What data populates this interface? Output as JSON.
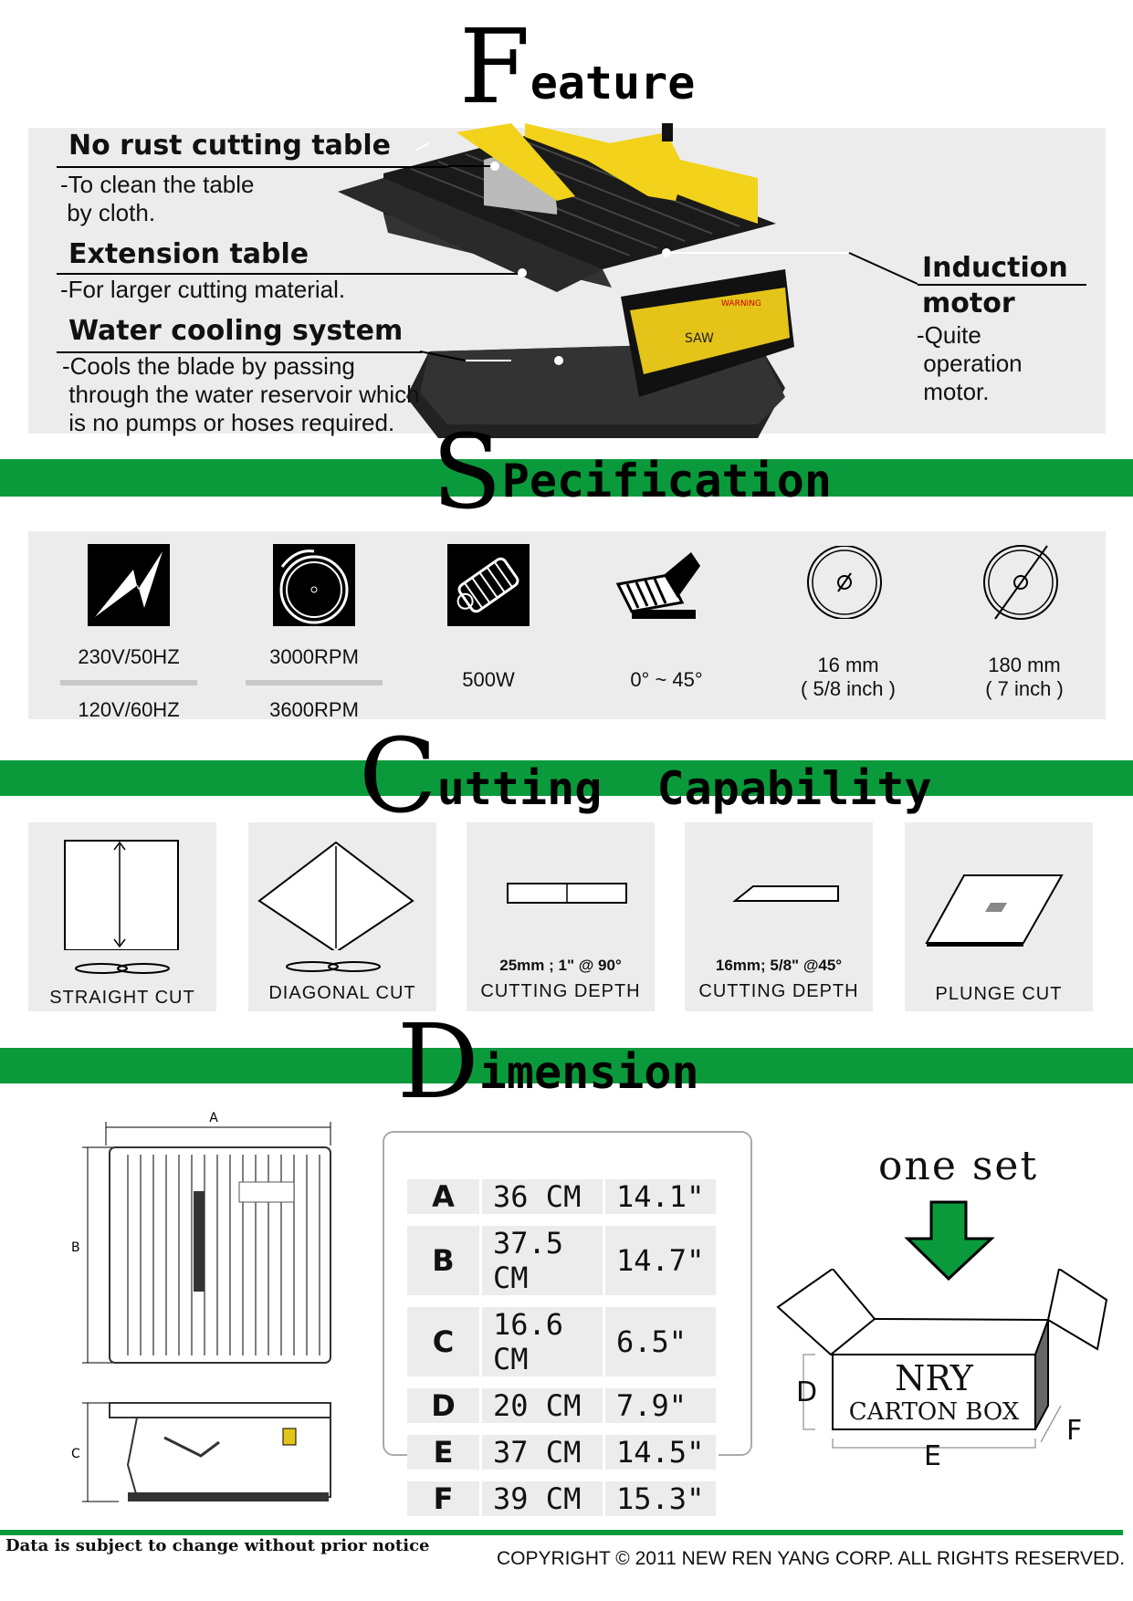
{
  "feature": {
    "title_initial": "F",
    "title_rest": "eature",
    "items": [
      {
        "label": "No rust cutting table",
        "desc": [
          "-To clean the table",
          " by cloth."
        ]
      },
      {
        "label": "Extension table",
        "desc": [
          "-For larger cutting material."
        ]
      },
      {
        "label": "Water cooling system",
        "desc": [
          "-Cools the blade by passing",
          " through the water reservoir which",
          " is no pumps or hoses required."
        ]
      },
      {
        "label_lines": [
          "Induction",
          "motor"
        ],
        "desc": [
          "-Quite",
          " operation",
          " motor."
        ]
      }
    ],
    "product_label": "SAW",
    "warning_label": "WARNING"
  },
  "specification": {
    "title_initial": "S",
    "title_rest": "Pecification",
    "items": [
      {
        "icon": "lightning-icon",
        "top": "230V/50HZ",
        "bottom": "120V/60HZ"
      },
      {
        "icon": "rotation-disc-icon",
        "top": "3000RPM",
        "bottom": "3600RPM"
      },
      {
        "icon": "motor-icon",
        "value": "500W"
      },
      {
        "icon": "tilt-table-icon",
        "value": "0° ~ 45°"
      },
      {
        "icon": "arbor-diameter-icon",
        "value": "16 mm",
        "sub": "( 5/8 inch )"
      },
      {
        "icon": "blade-diameter-icon",
        "value": "180 mm",
        "sub": "( 7 inch )"
      }
    ]
  },
  "cutting": {
    "title_initial": "C",
    "title_rest": "utting  Capability",
    "tiles": [
      {
        "label": "STRAIGHT CUT"
      },
      {
        "label": "DIAGONAL CUT"
      },
      {
        "spec": "25mm ; 1\" @ 90°",
        "label": "CUTTING DEPTH"
      },
      {
        "spec": "16mm; 5/8\" @45°",
        "label": "CUTTING DEPTH"
      },
      {
        "label": "PLUNGE CUT"
      }
    ]
  },
  "dimension": {
    "title_initial": "D",
    "title_rest": "imension",
    "drawing_labels": {
      "a": "A",
      "b": "B",
      "c": "C"
    },
    "rows": [
      {
        "key": "A",
        "cm": "36 CM",
        "inch": "14.1\""
      },
      {
        "key": "B",
        "cm": "37.5 CM",
        "inch": "14.7\""
      },
      {
        "key": "C",
        "cm": "16.6 CM",
        "inch": "6.5\""
      },
      {
        "key": "D",
        "cm": "20 CM",
        "inch": "7.9\""
      },
      {
        "key": "E",
        "cm": "37 CM",
        "inch": "14.5\""
      },
      {
        "key": "F",
        "cm": "39 CM",
        "inch": "15.3\""
      }
    ],
    "one_set": "one set",
    "box_brand": "NRY",
    "box_label": "CARTON BOX",
    "box_d": "D",
    "box_e": "E",
    "box_f": "F"
  },
  "footer": {
    "notice": "Data is subject to change without prior notice",
    "copyright": "COPYRIGHT © 2011  NEW REN YANG CORP. ALL RIGHTS RESERVED."
  },
  "colors": {
    "green": "#0a9a3c",
    "panel": "#ececec",
    "yellow": "#f2d21b"
  }
}
